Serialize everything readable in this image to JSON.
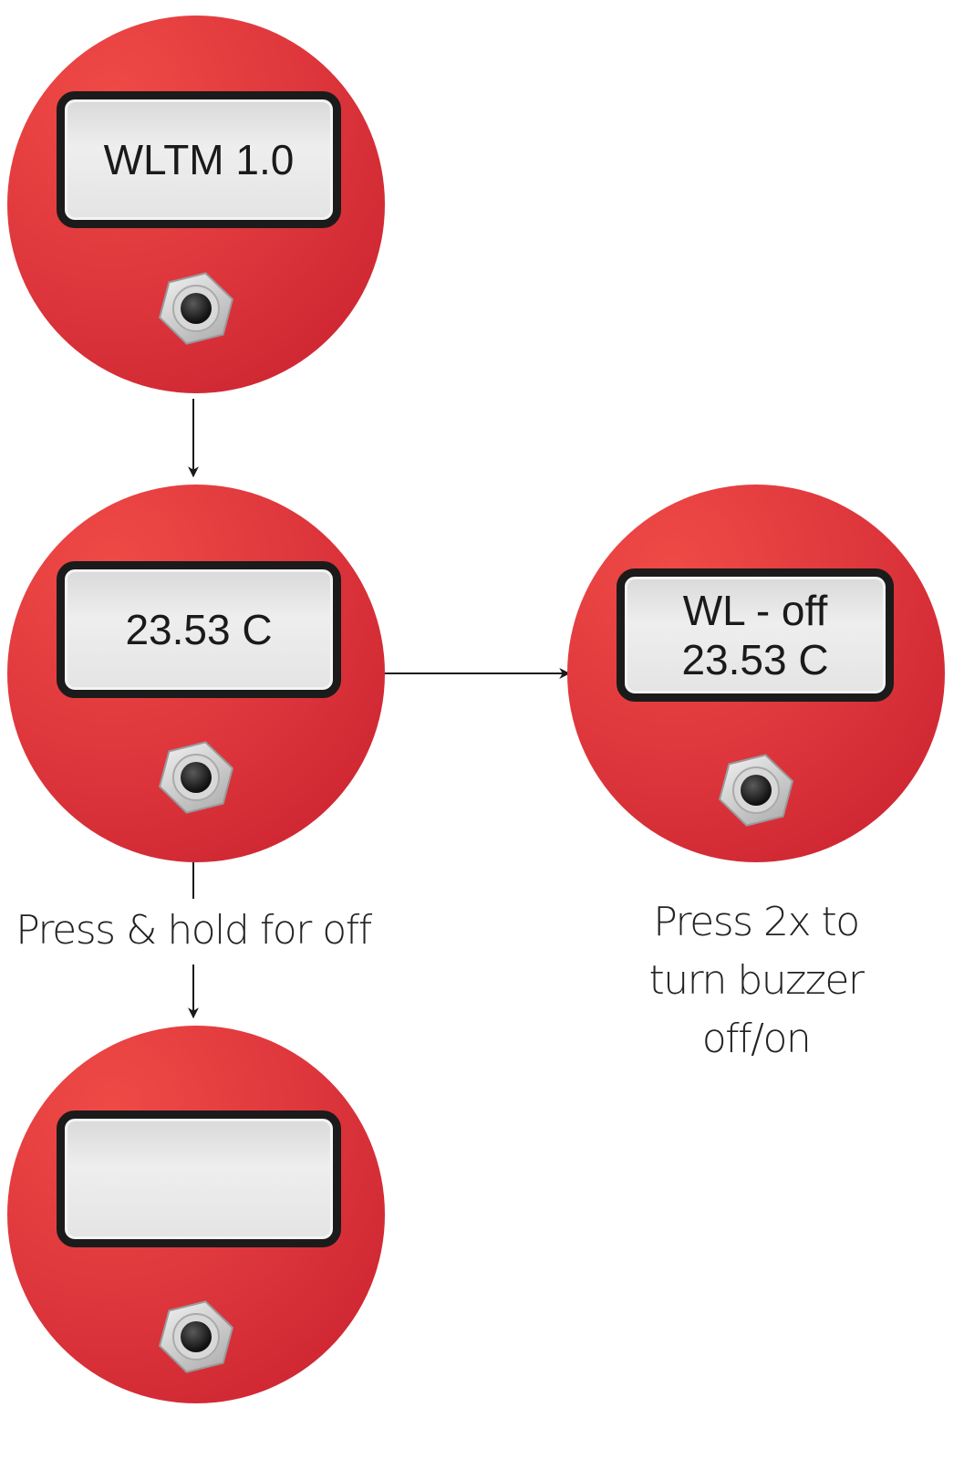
{
  "devices": [
    {
      "id": "startup",
      "screen_lines": [
        "WLTM 1.0"
      ]
    },
    {
      "id": "temperature",
      "screen_lines": [
        "23.53 C"
      ]
    },
    {
      "id": "buzzer-off",
      "screen_lines": [
        "WL - off",
        "23.53 C"
      ]
    },
    {
      "id": "powered-off",
      "screen_lines": []
    }
  ],
  "labels": {
    "hold_off": "Press & hold for off",
    "buzzer_line1": "Press 2x to",
    "buzzer_line2": "turn buzzer",
    "buzzer_line3": "off/on"
  },
  "colors": {
    "device_red": "#e13a3e",
    "screen_border": "#1b1b1b",
    "screen_fill": "#e6e6e6",
    "arrow": "#1a1a1a"
  },
  "icons": [
    "hex-push-button-icon",
    "arrow-down-icon",
    "arrow-right-icon"
  ]
}
